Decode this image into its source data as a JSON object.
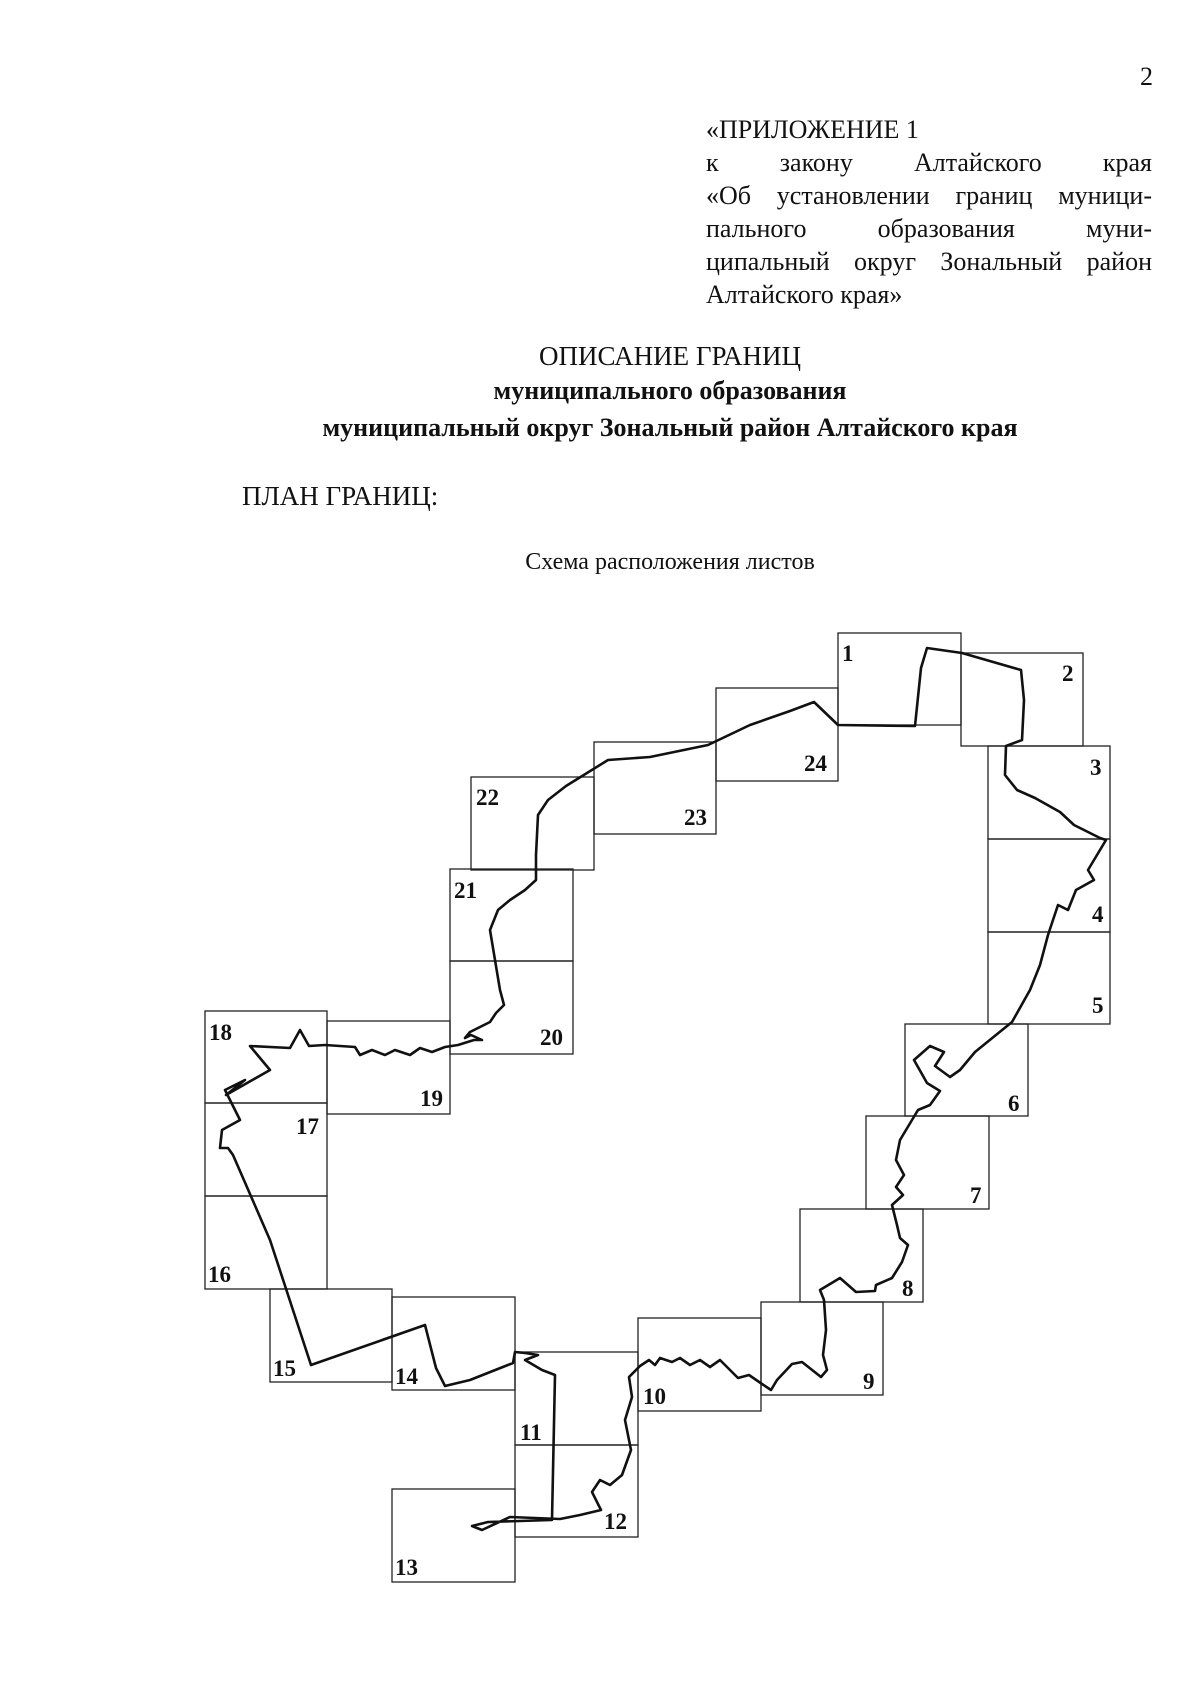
{
  "page_number": "2",
  "appendix": {
    "lines": [
      "«ПРИЛОЖЕНИЕ 1",
      "к закону Алтайского края",
      "«Об установлении границ муници-",
      "пального образования муни-",
      "ципальный округ Зональный район",
      "Алтайского края»"
    ]
  },
  "heading": {
    "line1": "ОПИСАНИЕ ГРАНИЦ",
    "line2": "муниципального образования",
    "line3": "муниципальный округ Зональный район Алтайского края"
  },
  "plan_label": "ПЛАН ГРАНИЦ:",
  "scheme_caption": "Схема расположения листов",
  "sheets": [
    "1",
    "2",
    "3",
    "4",
    "5",
    "6",
    "7",
    "8",
    "9",
    "10",
    "11",
    "12",
    "13",
    "14",
    "15",
    "16",
    "17",
    "18",
    "19",
    "20",
    "21",
    "22",
    "23",
    "24"
  ]
}
